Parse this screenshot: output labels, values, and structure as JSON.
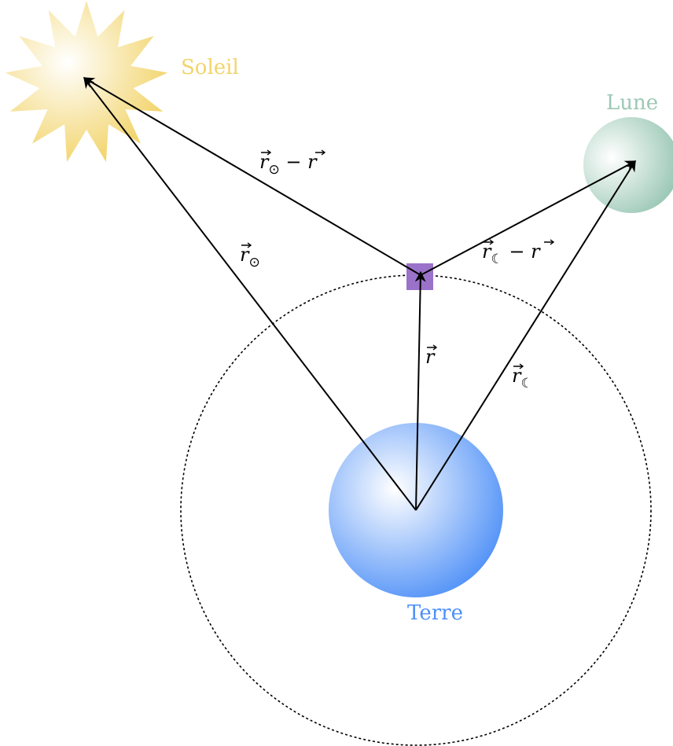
{
  "bodies": {
    "sun": {
      "label": "Soleil",
      "color": "#f2d46b"
    },
    "moon": {
      "label": "Lune",
      "color": "#9cc8b6"
    },
    "earth": {
      "label": "Terre",
      "color": "#4d8ff7"
    }
  },
  "satellite": {
    "color": "#9b72c9"
  },
  "vectors": {
    "r_sun": {
      "base": "r",
      "sub": "⊙"
    },
    "r_sun_minus_r": {
      "base": "r",
      "sub": "⊙",
      "rest": " − ",
      "base2": "r"
    },
    "r": {
      "base": "r"
    },
    "r_moon": {
      "base": "r",
      "sub": "☾"
    },
    "r_moon_minus_r": {
      "base": "r",
      "sub": "☾",
      "rest": " − ",
      "base2": "r"
    }
  }
}
